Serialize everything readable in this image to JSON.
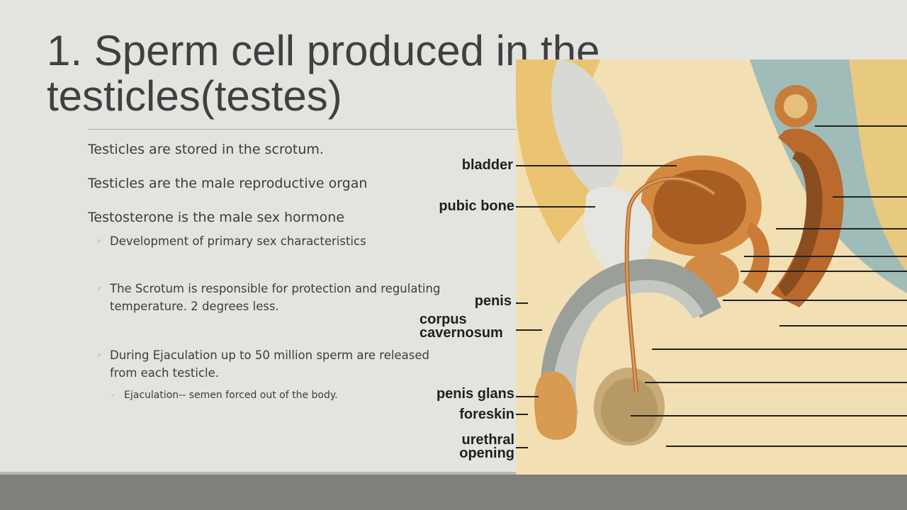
{
  "title": {
    "line1": "1. Sperm cell produced in the",
    "line2": "testicles(testes)"
  },
  "bullets": {
    "b1": "Testicles are stored in the scrotum.",
    "b2": "Testicles are the male reproductive organ",
    "b3": "Testosterone is the male sex hormone",
    "b3_1": "Development of primary sex characteristics",
    "b3_2": "The Scrotum is responsible for protection and regulating temperature. 2 degrees less.",
    "b3_3": "During Ejaculation up to 50 million sperm are released from each testicle.",
    "b3_3_1": "Ejaculation-- semen forced out of the body.",
    "marker_l2": "◦",
    "marker_l3": "◦"
  },
  "diagram": {
    "labels": {
      "bladder": "bladder",
      "pubic_bone": "pubic bone",
      "penis": "penis",
      "corpus_line1": "corpus",
      "corpus_line2": "cavernosum",
      "penis_glans": "penis glans",
      "foreskin": "foreskin",
      "urethral_line1": "urethral",
      "urethral_line2": "opening"
    }
  },
  "colors": {
    "background": "#e3e4e0",
    "title": "#404040",
    "body_text": "#3c3c3c",
    "footer": "#7e807b"
  }
}
